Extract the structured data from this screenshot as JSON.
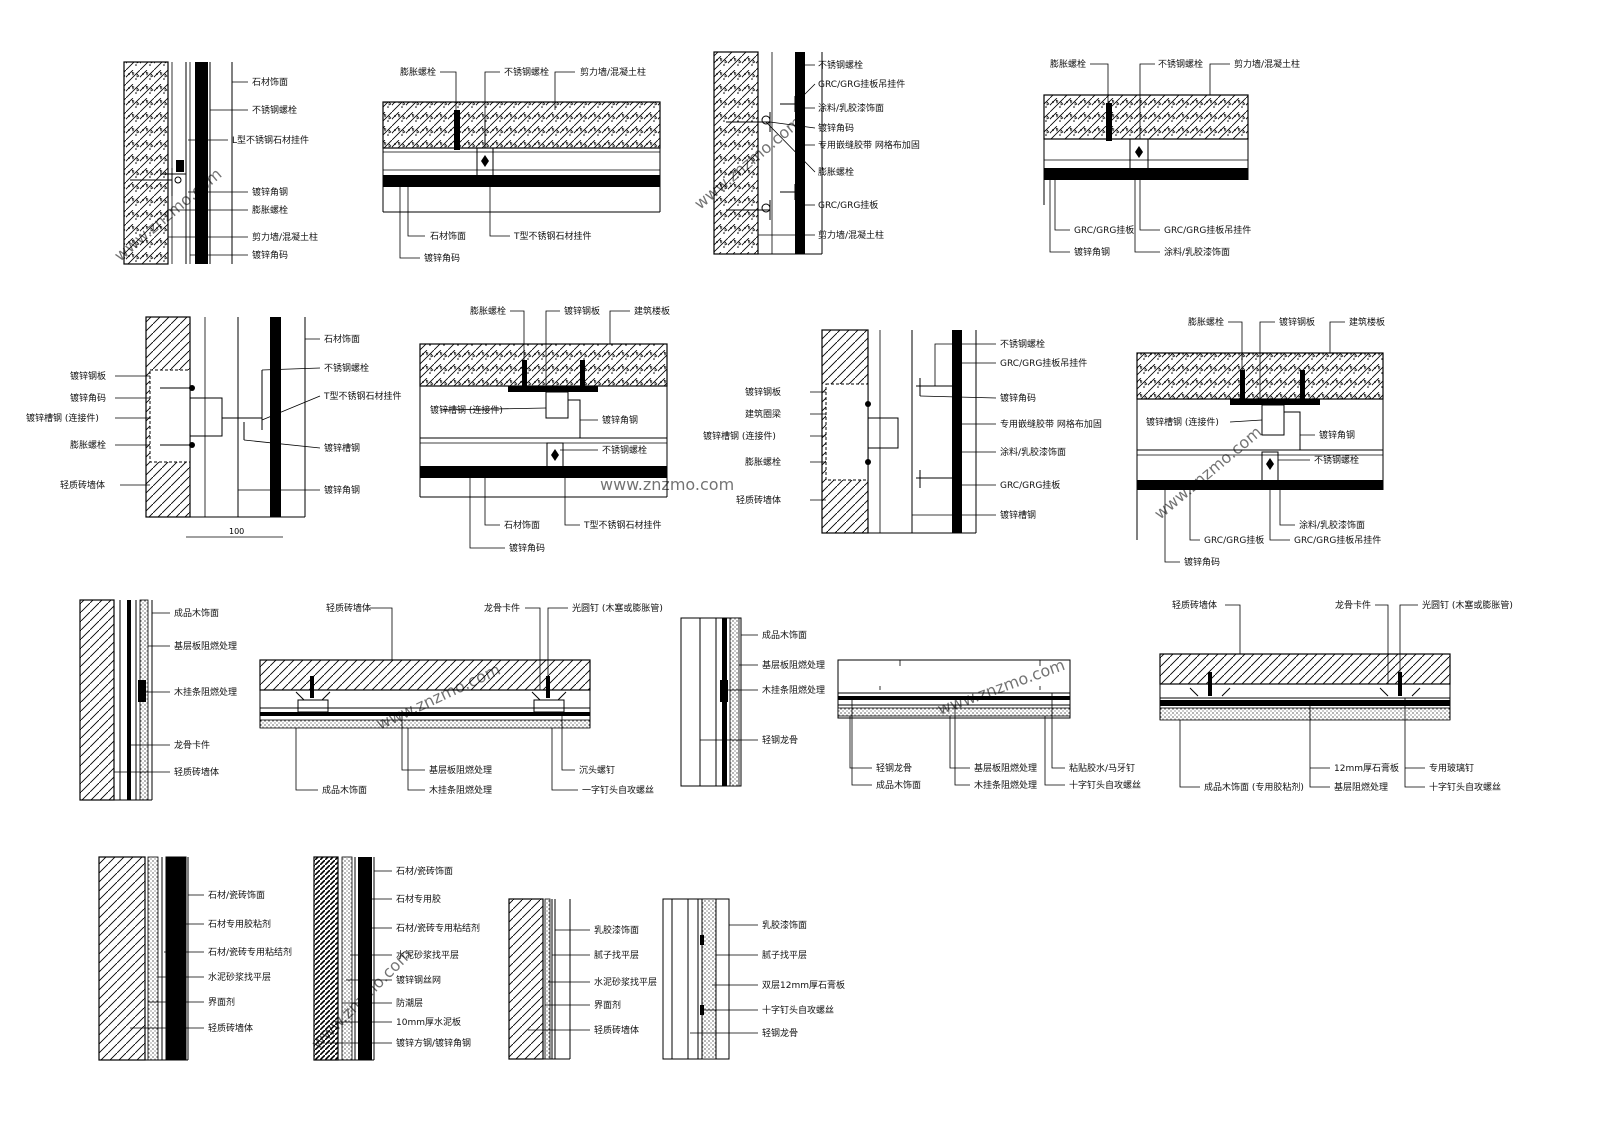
{
  "sheet": {
    "watermark": "www.znzmo.com",
    "dimension_label": "100"
  },
  "details": [
    {
      "id": "d1",
      "labels": [
        "石材饰面",
        "不锈钢螺栓",
        "L型不锈钢石材挂件",
        "镀锌角钢",
        "膨胀螺栓",
        "剪力墙/混凝土柱",
        "镀锌角码"
      ]
    },
    {
      "id": "d2",
      "labels": [
        "膨胀螺栓",
        "不锈钢螺栓",
        "剪力墙/混凝土柱",
        "石材饰面",
        "镀锌角码",
        "T型不锈钢石材挂件"
      ]
    },
    {
      "id": "d3",
      "labels": [
        "不锈钢螺栓",
        "GRC/GRG挂板吊挂件",
        "涂料/乳胶漆饰面",
        "镀锌角码",
        "专用嵌缝胶带 网格布加固",
        "膨胀螺栓",
        "GRC/GRG挂板",
        "剪力墙/混凝土柱"
      ]
    },
    {
      "id": "d4",
      "labels": [
        "膨胀螺栓",
        "不锈钢螺栓",
        "剪力墙/混凝土柱",
        "GRC/GRG挂板",
        "GRC/GRG挂板吊挂件",
        "镀锌角钢",
        "涂料/乳胶漆饰面"
      ]
    },
    {
      "id": "d5",
      "labels": [
        "石材饰面",
        "不锈钢螺栓",
        "镀锌钢板",
        "镀锌角码",
        "T型不锈钢石材挂件",
        "镀锌槽钢 (连接件)",
        "镀锌角钢",
        "膨胀螺栓",
        "镀锌槽钢",
        "轻质砖墙体"
      ]
    },
    {
      "id": "d6",
      "labels": [
        "膨胀螺栓",
        "镀锌钢板",
        "建筑楼板",
        "镀锌槽钢 (连接件)",
        "镀锌角钢",
        "不锈钢螺栓",
        "石材饰面",
        "T型不锈钢石材挂件",
        "镀锌角码"
      ]
    },
    {
      "id": "d7",
      "labels": [
        "不锈钢螺栓",
        "GRC/GRG挂板吊挂件",
        "镀锌钢板",
        "镀锌角码",
        "建筑圈梁",
        "专用嵌缝胶带 网格布加固",
        "镀锌槽钢 (连接件)",
        "涂料/乳胶漆饰面",
        "膨胀螺栓",
        "GRC/GRG挂板",
        "轻质砖墙体",
        "镀锌槽钢"
      ]
    },
    {
      "id": "d8",
      "labels": [
        "膨胀螺栓",
        "镀锌钢板",
        "建筑楼板",
        "镀锌槽钢 (连接件)",
        "镀锌角钢",
        "不锈钢螺栓",
        "涂料/乳胶漆饰面",
        "GRC/GRG挂板",
        "GRC/GRG挂板吊挂件",
        "镀锌角码"
      ]
    },
    {
      "id": "d9",
      "labels": [
        "成品木饰面",
        "基层板阻燃处理",
        "木挂条阻燃处理",
        "龙骨卡件",
        "轻质砖墙体"
      ]
    },
    {
      "id": "d10",
      "labels": [
        "轻质砖墙体",
        "龙骨卡件",
        "光圆钉 (木塞或膨胀管)",
        "成品木饰面",
        "基层板阻燃处理",
        "木挂条阻燃处理",
        "沉头螺钉",
        "一字钉头自攻螺丝"
      ]
    },
    {
      "id": "d11",
      "labels": [
        "成品木饰面",
        "基层板阻燃处理",
        "木挂条阻燃处理",
        "轻钢龙骨"
      ]
    },
    {
      "id": "d12",
      "labels": [
        "轻钢龙骨",
        "成品木饰面",
        "基层板阻燃处理",
        "木挂条阻燃处理",
        "粘贴胶水/马牙钉",
        "十字钉头自攻螺丝"
      ]
    },
    {
      "id": "d13",
      "labels": [
        "轻质砖墙体",
        "龙骨卡件",
        "光圆钉 (木塞或膨胀管)",
        "成品木饰面 (专用胶粘剂)",
        "12mm厚石膏板",
        "基层阻燃处理",
        "专用玻璃钉",
        "十字钉头自攻螺丝"
      ]
    },
    {
      "id": "d14",
      "labels": [
        "石材/瓷砖饰面",
        "石材专用胶粘剂",
        "石材/瓷砖专用粘结剂",
        "水泥砂浆找平层",
        "界面剂",
        "轻质砖墙体"
      ]
    },
    {
      "id": "d15",
      "labels": [
        "石材/瓷砖饰面",
        "石材专用胶",
        "石材/瓷砖专用粘结剂",
        "水泥砂浆找平层",
        "镀锌钢丝网",
        "防潮层",
        "10mm厚水泥板",
        "镀锌方钢/镀锌角钢"
      ]
    },
    {
      "id": "d16",
      "labels": [
        "乳胶漆饰面",
        "腻子找平层",
        "水泥砂浆找平层",
        "界面剂",
        "轻质砖墙体"
      ]
    },
    {
      "id": "d17",
      "labels": [
        "乳胶漆饰面",
        "腻子找平层",
        "双层12mm厚石膏板",
        "十字钉头自攻螺丝",
        "轻钢龙骨"
      ]
    }
  ]
}
